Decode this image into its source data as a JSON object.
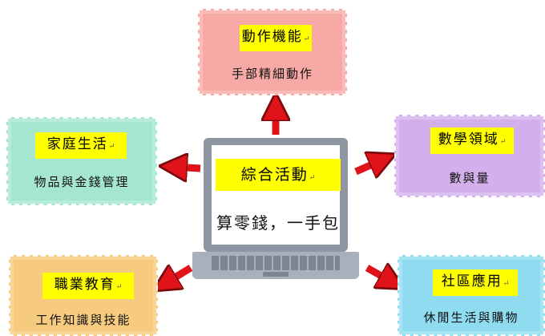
{
  "center": {
    "title": "綜合活動",
    "subtitle": "算零錢，一手包"
  },
  "nodes": {
    "top": {
      "title": "動作機能",
      "subtitle": "手部精細動作",
      "color": "#f6a9a5"
    },
    "left": {
      "title": "家庭生活",
      "subtitle": "物品與金錢管理",
      "color": "#a4e6cf"
    },
    "right": {
      "title": "數學領域",
      "subtitle": "數與量",
      "color": "#d3b0ec"
    },
    "bottom_left": {
      "title": "職業教育",
      "subtitle": "工作知識與技能",
      "color": "#f7cb7f"
    },
    "bottom_right": {
      "title": "社區應用",
      "subtitle": "休閒生活與購物",
      "color": "#8fdcf0"
    }
  },
  "arrow_color": "#e0121a"
}
